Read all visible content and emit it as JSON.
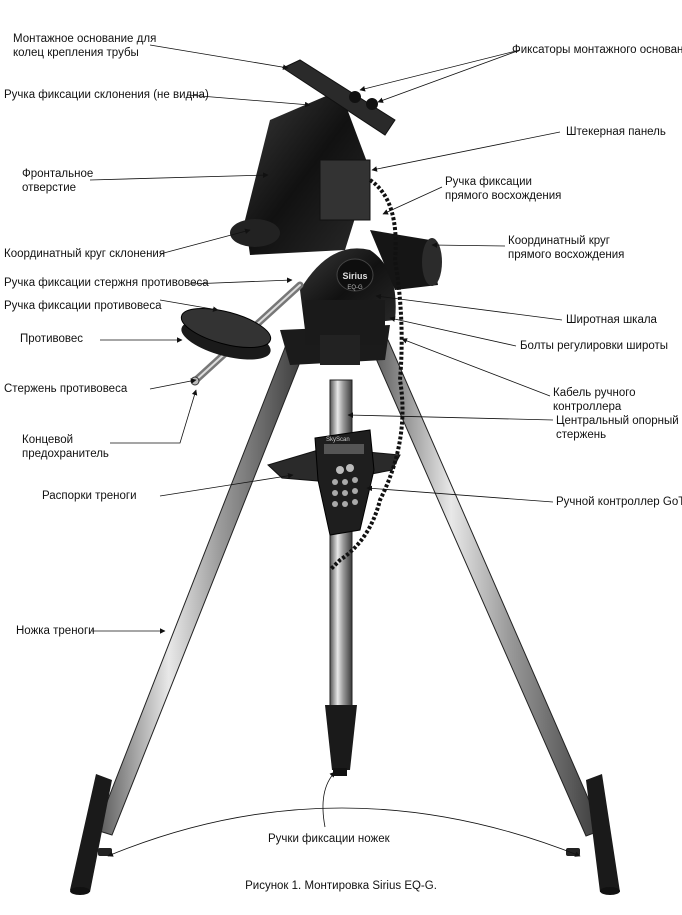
{
  "labels": {
    "mount_base": "Монтажное основание для\nколец крепления трубы",
    "base_clamps": "Фиксаторы монтажного основания",
    "dec_lock": "Ручка фиксации склонения (не видна)",
    "connector_panel": "Штекерная панель",
    "front_hole": "Фронтальное\nотверстие",
    "ra_lock": "Ручка фиксации\nпрямого восхождения",
    "dec_circle": "Координатный круг склонения",
    "ra_circle": "Координатный круг\nпрямого восхождения",
    "cw_shaft_lock": "Ручка фиксации стержня противовеса",
    "cw_lock": "Ручка фиксации противовеса",
    "latitude_scale": "Широтная шкала",
    "counterweight": "Противовес",
    "latitude_bolts": "Болты регулировки широты",
    "cw_shaft": "Стержень противовеса",
    "hc_cable": "Кабель ручного\nконтроллера",
    "end_cap": "Концевой\nпредохранитель",
    "center_rod": "Центральный опорный\nстержень",
    "spreader": "Распорки треноги",
    "goto_controller": "Ручной контроллер GoTo",
    "tripod_leg": "Ножка треноги",
    "leg_locks": "Ручки фиксации ножек"
  },
  "mount_brand": "Sirius",
  "mount_model": "EQ-G",
  "controller_brand": "SkyScan",
  "caption": "Рисунок 1. Монтировка Sirius EQ-G."
}
